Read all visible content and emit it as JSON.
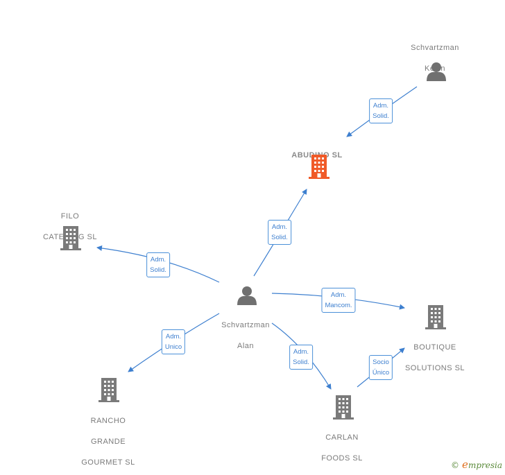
{
  "nodes": {
    "kevin": {
      "line1": "Schvartzman",
      "line2": "Kevin"
    },
    "abudino": {
      "label": "ABUDINO  SL"
    },
    "filo": {
      "line1": "FILO",
      "line2": "CATERING  SL"
    },
    "alan": {
      "line1": "Schvartzman",
      "line2": "Alan"
    },
    "boutique": {
      "line1": "BOUTIQUE",
      "line2": "SOLUTIONS  SL"
    },
    "rancho": {
      "line1": "RANCHO",
      "line2": "GRANDE",
      "line3": "GOURMET  SL"
    },
    "carlan": {
      "line1": "CARLAN",
      "line2": "FOODS  SL"
    }
  },
  "edges": {
    "kevin_abudino": {
      "l1": "Adm.",
      "l2": "Solid."
    },
    "alan_abudino": {
      "l1": "Adm.",
      "l2": "Solid."
    },
    "alan_filo": {
      "l1": "Adm.",
      "l2": "Solid."
    },
    "alan_boutique": {
      "l1": "Adm.",
      "l2": "Mancom."
    },
    "alan_rancho": {
      "l1": "Adm.",
      "l2": "Unico"
    },
    "alan_carlan": {
      "l1": "Adm.",
      "l2": "Solid."
    },
    "carlan_boutique": {
      "l1": "Socio",
      "l2": "Único"
    }
  },
  "footer": {
    "copyright": "©",
    "brand_initial": "e",
    "brand_rest": "mpresia"
  },
  "colors": {
    "edge": "#3d7fcf",
    "company": "#7a7a7a",
    "company_highlight": "#f05a28",
    "person": "#707070"
  }
}
